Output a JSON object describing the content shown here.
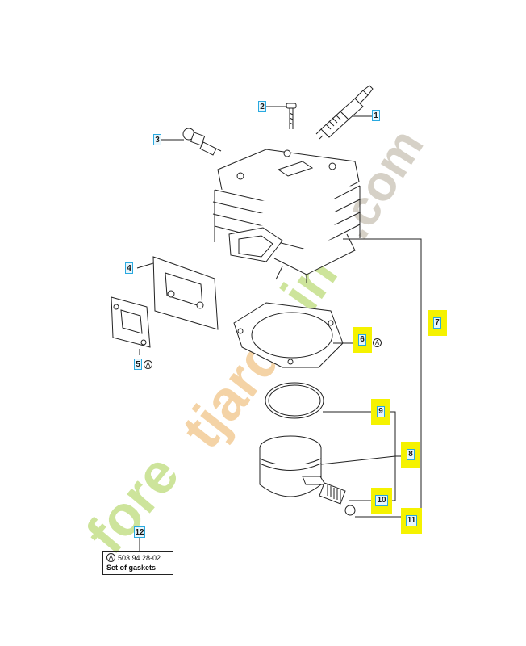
{
  "parts": [
    {
      "id": "part-1",
      "number": "1"
    },
    {
      "id": "part-2",
      "number": "2"
    },
    {
      "id": "part-3",
      "number": "3"
    },
    {
      "id": "part-4",
      "number": "4"
    },
    {
      "id": "part-5",
      "number": "5"
    },
    {
      "id": "part-6",
      "number": "6"
    },
    {
      "id": "part-7",
      "number": "7"
    },
    {
      "id": "part-8",
      "number": "8"
    },
    {
      "id": "part-9",
      "number": "9"
    },
    {
      "id": "part-10",
      "number": "10"
    },
    {
      "id": "part-11",
      "number": "11"
    },
    {
      "id": "part-12",
      "number": "12"
    }
  ],
  "marker_letter": "A",
  "kit": {
    "part_number": "503 94 28-02",
    "description": "Set of gaskets"
  },
  "watermark": {
    "text": "foretjardin.com",
    "colors": {
      "fore": "#c5e08a",
      "tjard": "#f2cc96",
      "in": "#c5e08a",
      "com": "#cfc9bd"
    }
  },
  "colors": {
    "highlight": "#f5f200",
    "label_border": "#29a9e0",
    "line": "#222222"
  }
}
